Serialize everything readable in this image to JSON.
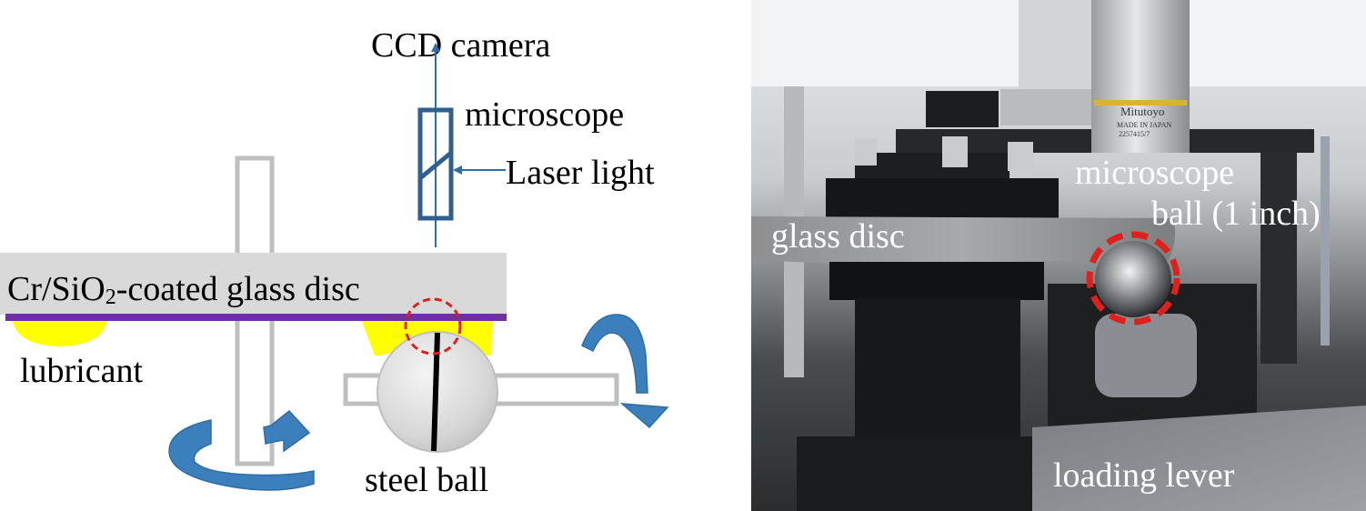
{
  "schematic": {
    "ccd_camera": "CCD camera",
    "microscope": "microscope",
    "laser_light": "Laser light",
    "disc_label_prefix": "Cr/SiO",
    "disc_label_subscript": "2",
    "disc_label_suffix": "-coated glass disc",
    "lubricant": "lubricant",
    "steel_ball": "steel ball"
  },
  "photo": {
    "microscope": "microscope",
    "ball": "ball (1 inch)",
    "glass_disc": "glass disc",
    "loading_lever": "loading lever",
    "lens_brand": "Mitutoyo",
    "lens_text_1": "MADE IN JAPAN",
    "lens_text_2": "2257415/7"
  },
  "colors": {
    "arrow_blue": "#2e6ea6",
    "rotation_blue": "#3c7fbd",
    "outline_gray": "#bfbfbf",
    "disc_gray": "#d9d9d9",
    "coating_purple": "#7030a0",
    "lubricant_yellow": "#ffff00",
    "highlight_red": "#e0201c"
  }
}
